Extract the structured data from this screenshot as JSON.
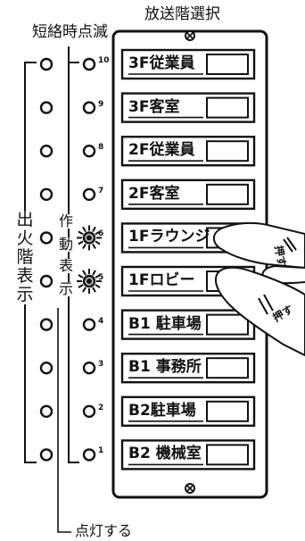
{
  "labels": {
    "selector_title": "放送階選択",
    "blink_title": "短絡時点滅",
    "fire_floor_display": [
      "出",
      "火",
      "階",
      "表",
      "示"
    ],
    "operate": [
      "作",
      "動"
    ],
    "display": [
      "表",
      "示"
    ],
    "lit": "点灯する",
    "push": "押す"
  },
  "floors": [
    {
      "num": "10",
      "name": "3F従業員"
    },
    {
      "num": "9",
      "name": "3F客室"
    },
    {
      "num": "8",
      "name": "2F従業員"
    },
    {
      "num": "7",
      "name": "2F客室"
    },
    {
      "num": "6",
      "name": "1Fラウンジ"
    },
    {
      "num": "5",
      "name": "1Fロビー"
    },
    {
      "num": "4",
      "name": "B1 駐車場"
    },
    {
      "num": "3",
      "name": "B1 事務所"
    },
    {
      "num": "2",
      "name": "B2駐車場"
    },
    {
      "num": "1",
      "name": "B2 機械室"
    }
  ],
  "active_floors": [
    "6",
    "5"
  ],
  "colors": {
    "ink": "#111111",
    "paper": "#ffffff",
    "skin": "#ffffff"
  }
}
